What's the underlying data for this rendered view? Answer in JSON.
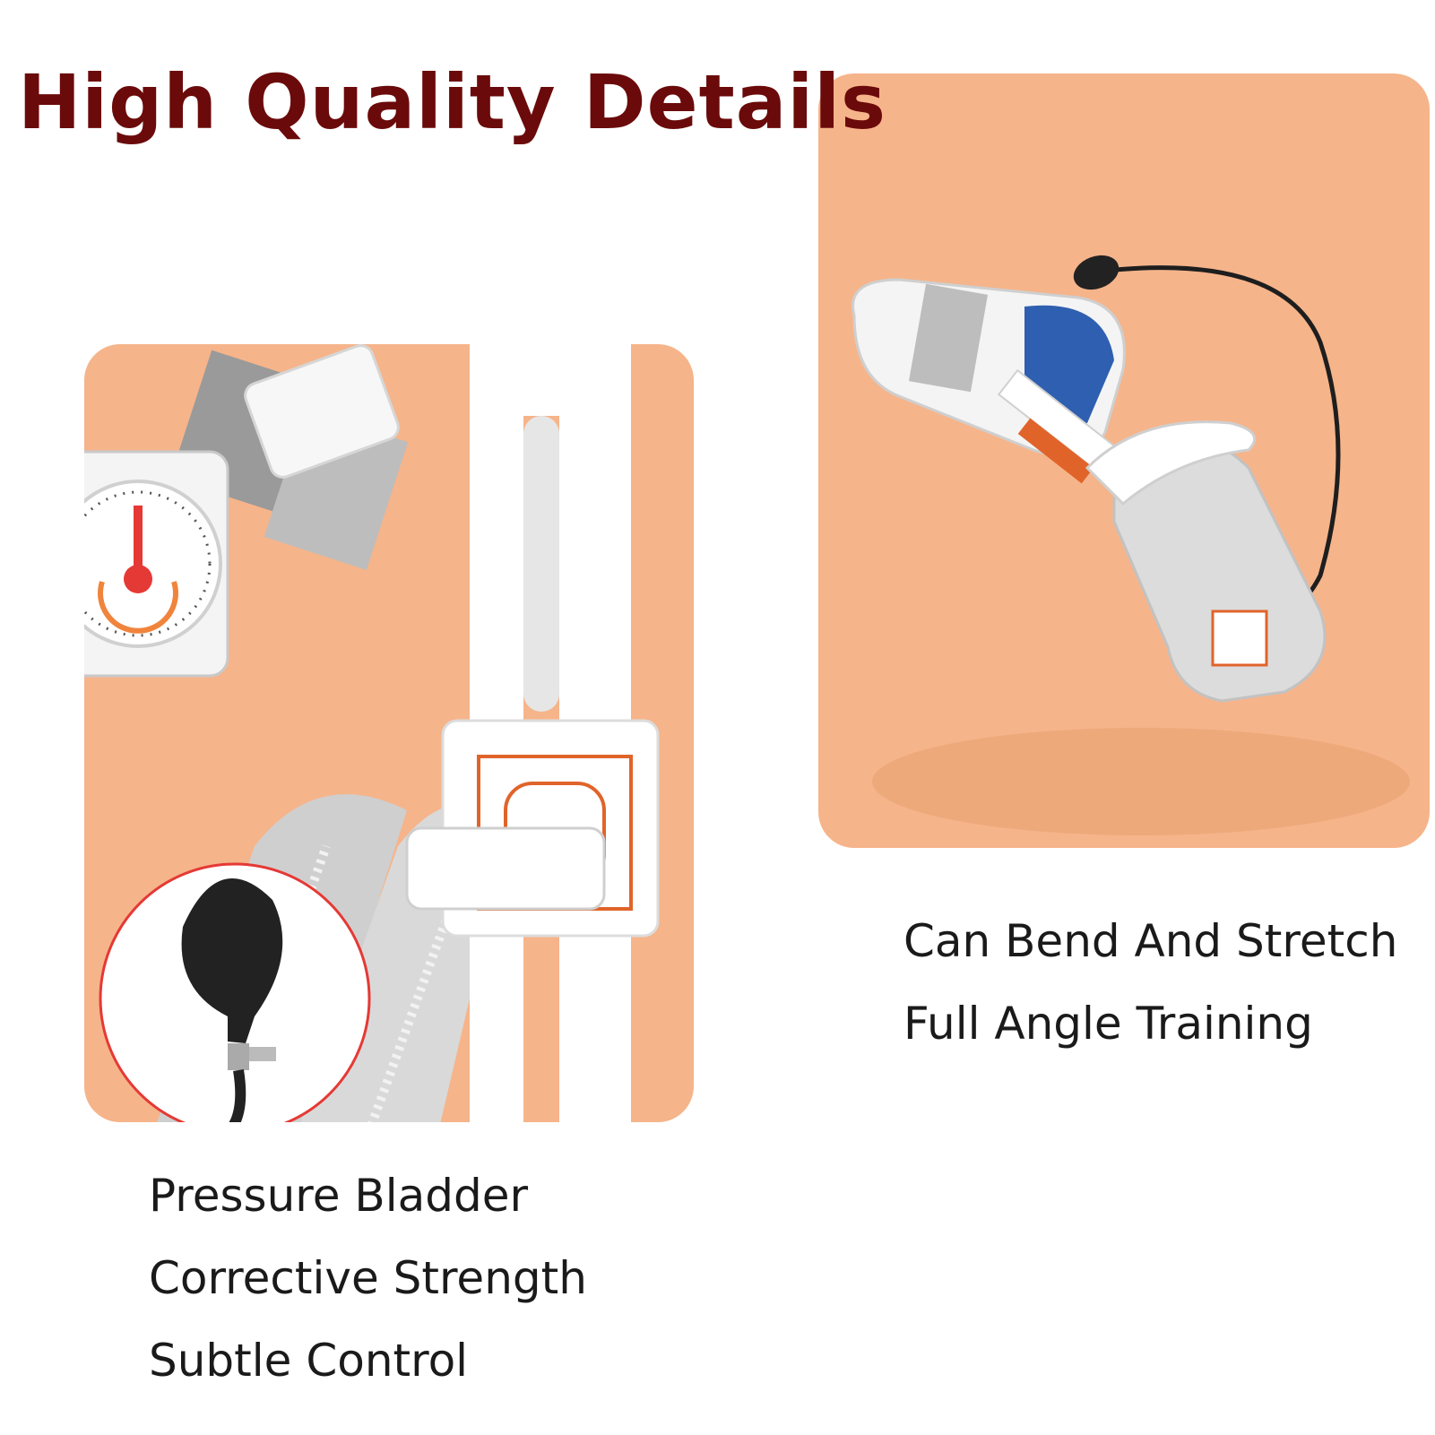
{
  "headline": {
    "text": "High Quality Details",
    "color": "#6b0a0a"
  },
  "colors": {
    "panel_background": "#f6b48a",
    "caption_text": "#1a1a1a"
  },
  "panels": {
    "left": {
      "illustration": "pressure-gauge-and-inflation-bulb",
      "caption_lines": [
        "Pressure Bladder",
        "Corrective Strength",
        "Subtle Control"
      ]
    },
    "right": {
      "illustration": "knee-brace-with-hinge",
      "caption_lines": [
        "Can Bend And Stretch",
        "Full Angle Training"
      ]
    }
  }
}
